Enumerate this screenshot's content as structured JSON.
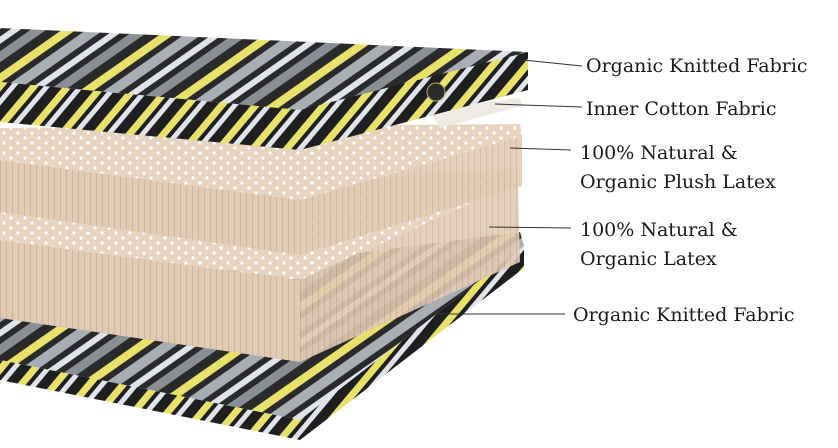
{
  "colors": {
    "fabric_dark": "#1f1f1f",
    "fabric_yellow": "#e8e16a",
    "fabric_grey": "#a9adb4",
    "fabric_light": "#dfe3ea",
    "cotton": "#eeeae4",
    "latex": "#e6d3c0",
    "latex_shade": "#d7bfa8",
    "leader_line": "#333333"
  },
  "layers": [
    {
      "id": "top-fabric",
      "label": "Organic Knitted Fabric"
    },
    {
      "id": "inner-cotton",
      "label": "Inner Cotton Fabric"
    },
    {
      "id": "plush-latex",
      "label_lines": [
        "100% Natural &",
        "Organic Plush Latex"
      ]
    },
    {
      "id": "latex",
      "label_lines": [
        "100% Natural &",
        "Organic Latex"
      ]
    },
    {
      "id": "bottom-fabric",
      "label": "Organic Knitted Fabric"
    }
  ]
}
